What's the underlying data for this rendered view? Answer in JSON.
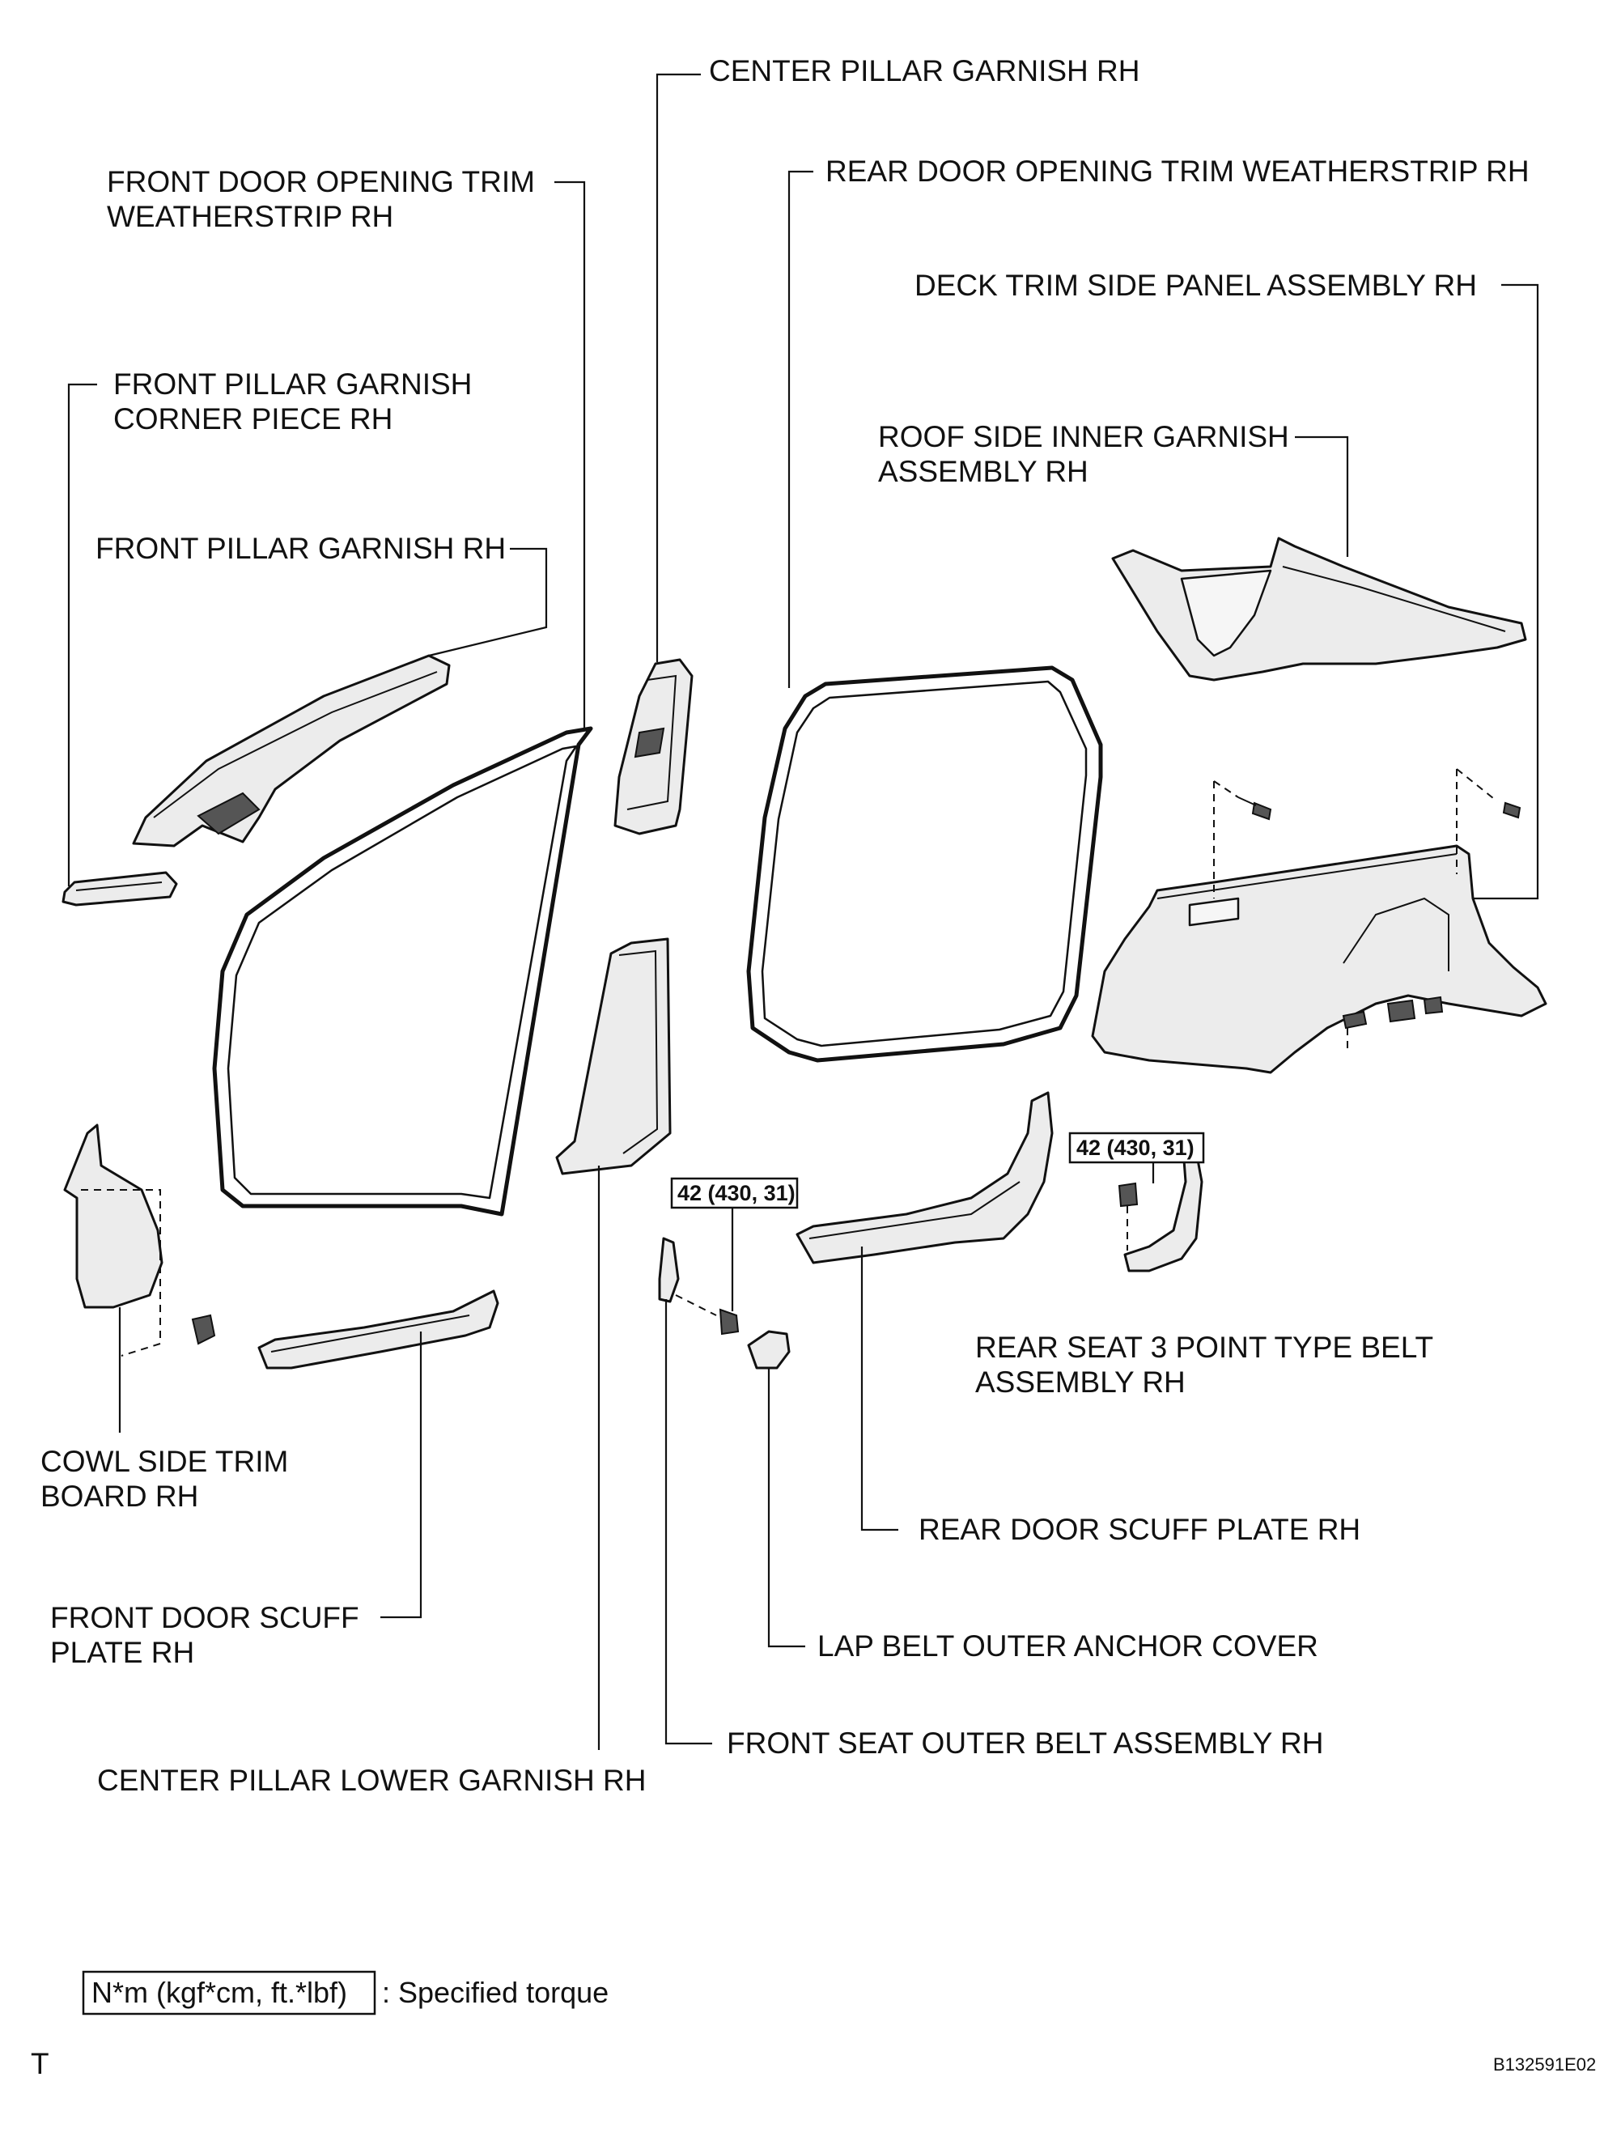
{
  "labels": {
    "center_pillar_garnish": "CENTER PILLAR GARNISH RH",
    "front_door_opening_trim_1": "FRONT DOOR OPENING TRIM",
    "front_door_opening_trim_2": "WEATHERSTRIP RH",
    "rear_door_opening_trim": "REAR DOOR OPENING TRIM WEATHERSTRIP RH",
    "deck_trim_side_panel": "DECK TRIM SIDE PANEL ASSEMBLY RH",
    "front_pillar_corner_1": "FRONT PILLAR GARNISH",
    "front_pillar_corner_2": "CORNER PIECE RH",
    "roof_side_inner_1": "ROOF SIDE INNER GARNISH",
    "roof_side_inner_2": "ASSEMBLY RH",
    "front_pillar_garnish": "FRONT PILLAR GARNISH RH",
    "rear_seat_belt_1": "REAR SEAT 3 POINT TYPE BELT",
    "rear_seat_belt_2": "ASSEMBLY RH",
    "cowl_side_1": "COWL SIDE TRIM",
    "cowl_side_2": "BOARD RH",
    "rear_door_scuff": "REAR DOOR SCUFF PLATE RH",
    "front_door_scuff_1": "FRONT DOOR SCUFF",
    "front_door_scuff_2": "PLATE RH",
    "lap_belt_cover": "LAP BELT OUTER ANCHOR COVER",
    "front_seat_belt": "FRONT SEAT OUTER BELT ASSEMBLY RH",
    "center_pillar_lower": "CENTER PILLAR LOWER GARNISH RH"
  },
  "torque": {
    "front_anchor": "42 (430, 31)",
    "rear_anchor": "42 (430, 31)"
  },
  "legend": {
    "unit_box": "N*m (kgf*cm, ft.*lbf)",
    "description": ": Specified torque"
  },
  "footer": {
    "corner_mark": "T",
    "figure_id": "B132591E02"
  }
}
